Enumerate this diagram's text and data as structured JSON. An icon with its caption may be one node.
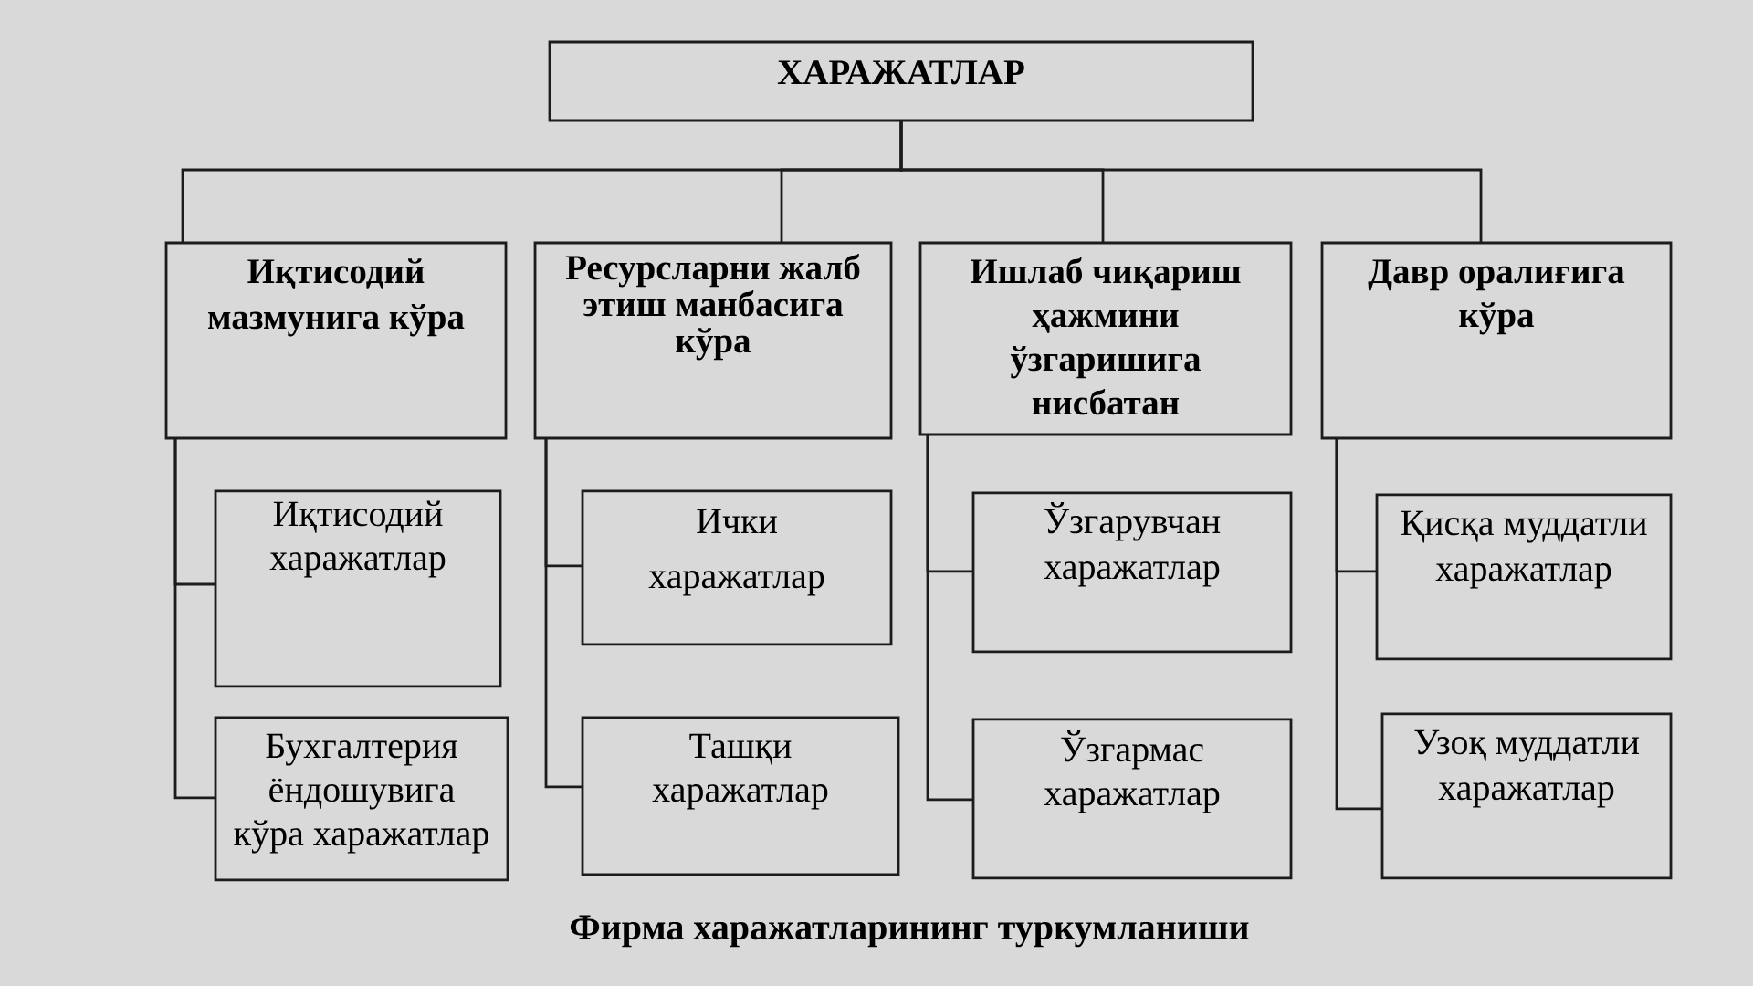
{
  "diagram": {
    "caption": "Фирма харажатларининг туркумланиши",
    "nodes": [
      {
        "text": [
          "ХАРАЖАТЛАР"
        ]
      },
      {
        "text": [
          "Иқтисодий мазмунига кўра"
        ]
      },
      {
        "text": [
          "Ресурсларни жалб этиш манбасига кўра"
        ]
      },
      {
        "text": [
          "Ишлаб чиқариш ҳажмини ўзгаришига нисбатан"
        ]
      },
      {
        "text": [
          "Давр оралиғига кўра"
        ]
      },
      {
        "text": [
          "Иқтисодий харажатлар"
        ]
      },
      {
        "text": [
          "Ички харажатлар"
        ]
      },
      {
        "text": [
          "Ўзгарувчан харажатлар"
        ]
      },
      {
        "text": [
          "Қисқа муддатли харажатлар"
        ]
      },
      {
        "text": [
          "Бухгалтерия ёндошувига кўра харажатлар"
        ]
      },
      {
        "text": [
          "Ташқи харажатлар"
        ]
      },
      {
        "text": [
          "Ўзгармас харажатлар"
        ]
      },
      {
        "text": [
          "Узоқ муддатли харажатлар"
        ]
      }
    ],
    "edges": [
      {
        "from": 0,
        "to": 1,
        "arrow": "none"
      },
      {
        "from": 0,
        "to": 2,
        "arrow": "none"
      },
      {
        "from": 0,
        "to": 3,
        "arrow": "none"
      },
      {
        "from": 0,
        "to": 4,
        "arrow": "none"
      },
      {
        "from": 1,
        "to": 5,
        "arrow": "none"
      },
      {
        "from": 1,
        "to": 9,
        "arrow": "none"
      },
      {
        "from": 2,
        "to": 6,
        "arrow": "none"
      },
      {
        "from": 2,
        "to": 10,
        "arrow": "none"
      },
      {
        "from": 3,
        "to": 7,
        "arrow": "none"
      },
      {
        "from": 3,
        "to": 11,
        "arrow": "none"
      },
      {
        "from": 4,
        "to": 8,
        "arrow": "none"
      },
      {
        "from": 4,
        "to": 12,
        "arrow": "none"
      }
    ]
  }
}
